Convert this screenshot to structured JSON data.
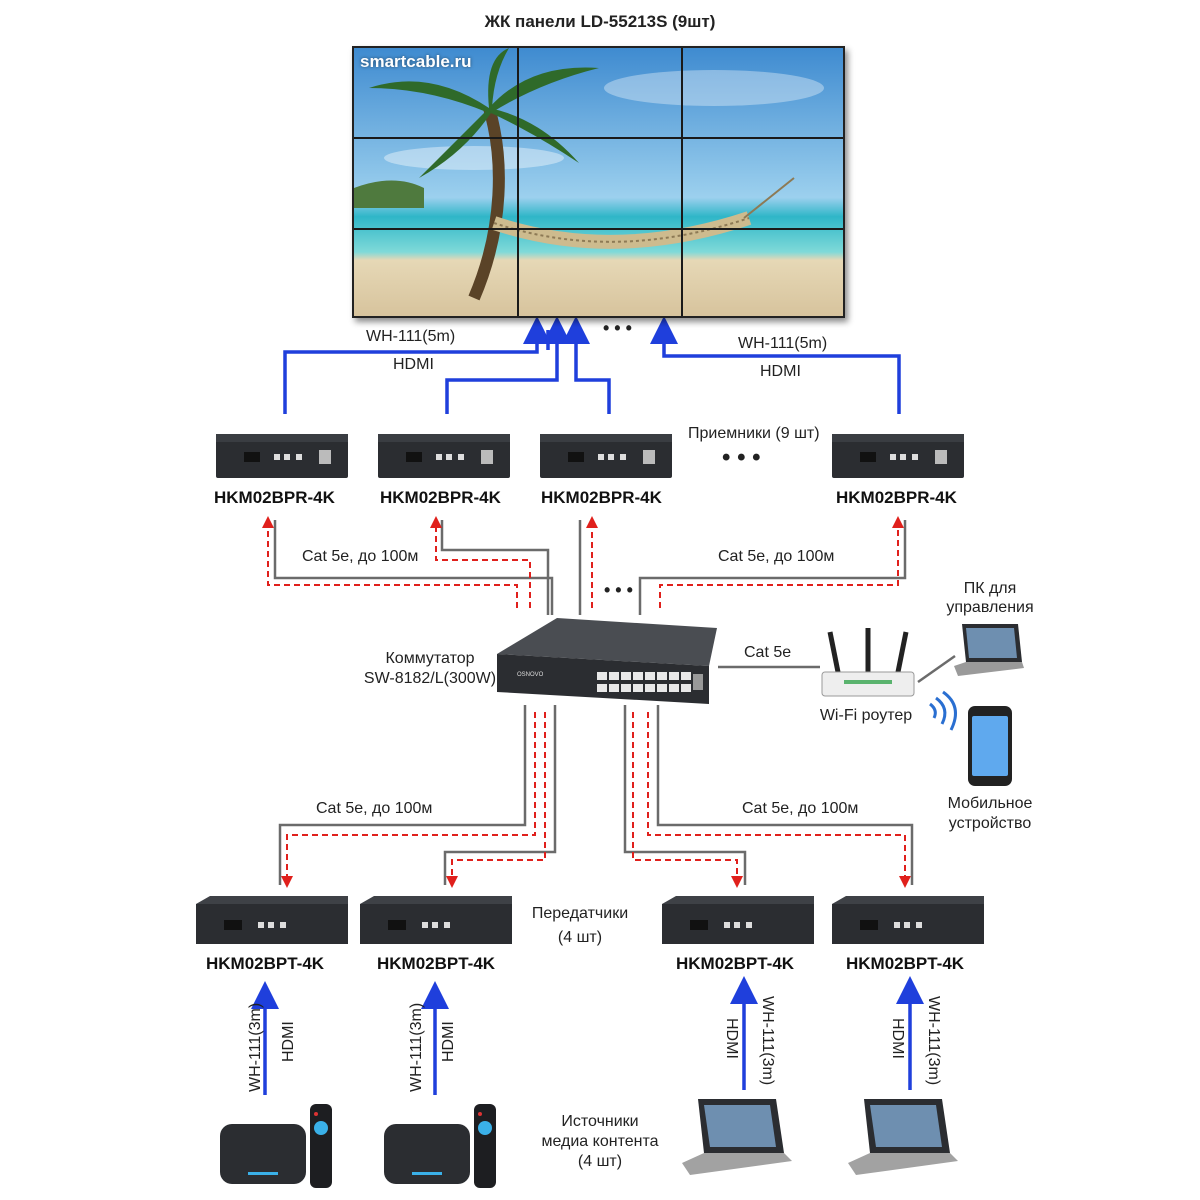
{
  "title": "ЖК панели LD-55213S (9шт)",
  "watermark": "smartcable.ru",
  "top_links": {
    "left_cable": "WH-111(5m)",
    "left_type": "HDMI",
    "right_cable": "WH-111(5m)",
    "right_type": "HDMI",
    "dots": "• • •"
  },
  "receivers": {
    "label": "Приемники (9 шт)",
    "dots": "• • •",
    "items": [
      {
        "model": "HKM02BPR-4K"
      },
      {
        "model": "HKM02BPR-4K"
      },
      {
        "model": "HKM02BPR-4K"
      },
      {
        "model": "HKM02BPR-4K"
      }
    ]
  },
  "upper_cat": {
    "left": "Cat 5e, до 100м",
    "right": "Cat 5e, до 100м",
    "dots": "• • •"
  },
  "switch": {
    "label_line1": "Коммутатор",
    "label_line2": "SW-8182/L(300W)",
    "brand": "OSNOVO"
  },
  "router": {
    "cable": "Cat 5e",
    "label": "Wi-Fi роутер"
  },
  "pc": {
    "line1": "ПК для",
    "line2": "управления"
  },
  "mobile": {
    "line1": "Мобильное",
    "line2": "устройство"
  },
  "lower_cat": {
    "left": "Cat 5e, до 100м",
    "right": "Cat 5e, до 100м"
  },
  "transmitters": {
    "label_line1": "Передатчики",
    "label_line2": "(4 шт)",
    "items": [
      {
        "model": "HKM02BPT-4K"
      },
      {
        "model": "HKM02BPT-4K"
      },
      {
        "model": "HKM02BPT-4K"
      },
      {
        "model": "HKM02BPT-4K"
      }
    ]
  },
  "source_links": {
    "cable": "WH-111(3m)",
    "type": "HDMI"
  },
  "sources": {
    "line1": "Источники",
    "line2": "медиа контента",
    "line3": "(4 шт)"
  },
  "colors": {
    "hdmi_arrow": "#1f3fdc",
    "cat_arrow": "#e0201c",
    "cable": "#666666",
    "device": "#2b2d31"
  }
}
